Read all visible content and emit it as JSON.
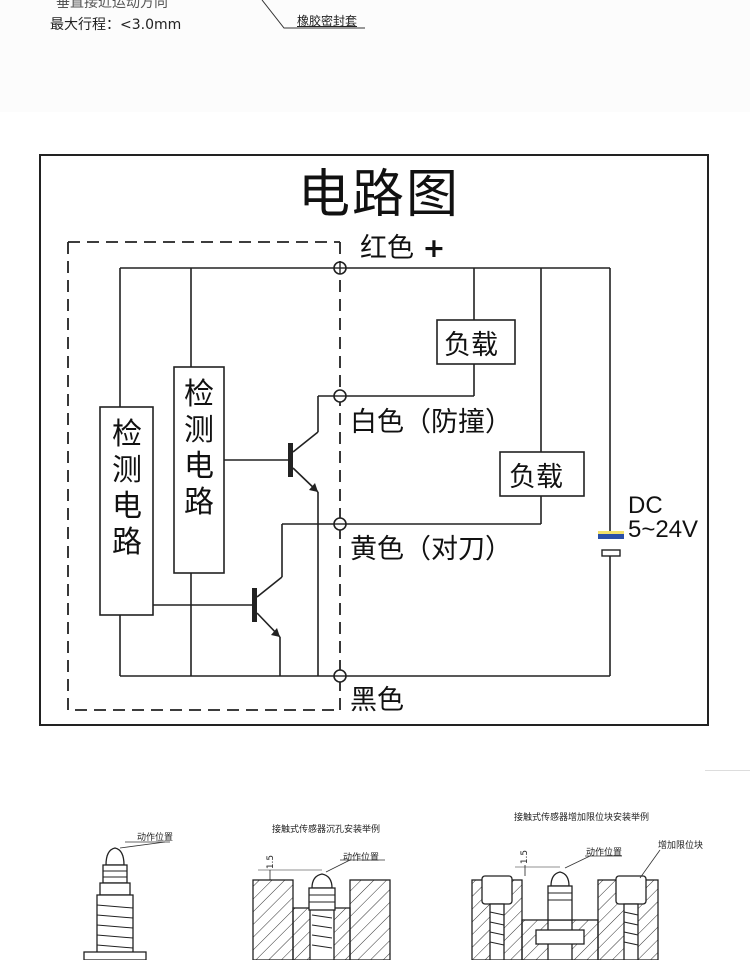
{
  "top": {
    "cut_line": "垂直接近运动方向",
    "max_stroke": "最大行程：<3.0mm",
    "seal_label": "橡胶密封套"
  },
  "circuit": {
    "title": "电路图",
    "red_label": "红色",
    "plus_sign": "+",
    "white_label": "白色（防撞）",
    "yellow_label": "黄色（对刀）",
    "black_label": "黑色",
    "load_label": "负载",
    "load2_label": "负载",
    "detect_left": "检测电路",
    "detect_inner": "检测电路",
    "dc_line1": "DC",
    "dc_line2": "5~24V"
  },
  "bottom": {
    "fig1_action": "动作位置",
    "fig2_title": "接触式传感器沉孔安装举例",
    "fig2_action": "动作位置",
    "fig2_dim": "1.5",
    "fig3_title": "接触式传感器增加限位块安装举例",
    "fig3_action": "动作位置",
    "fig3_block": "增加限位块",
    "fig3_dim": "1.5"
  }
}
